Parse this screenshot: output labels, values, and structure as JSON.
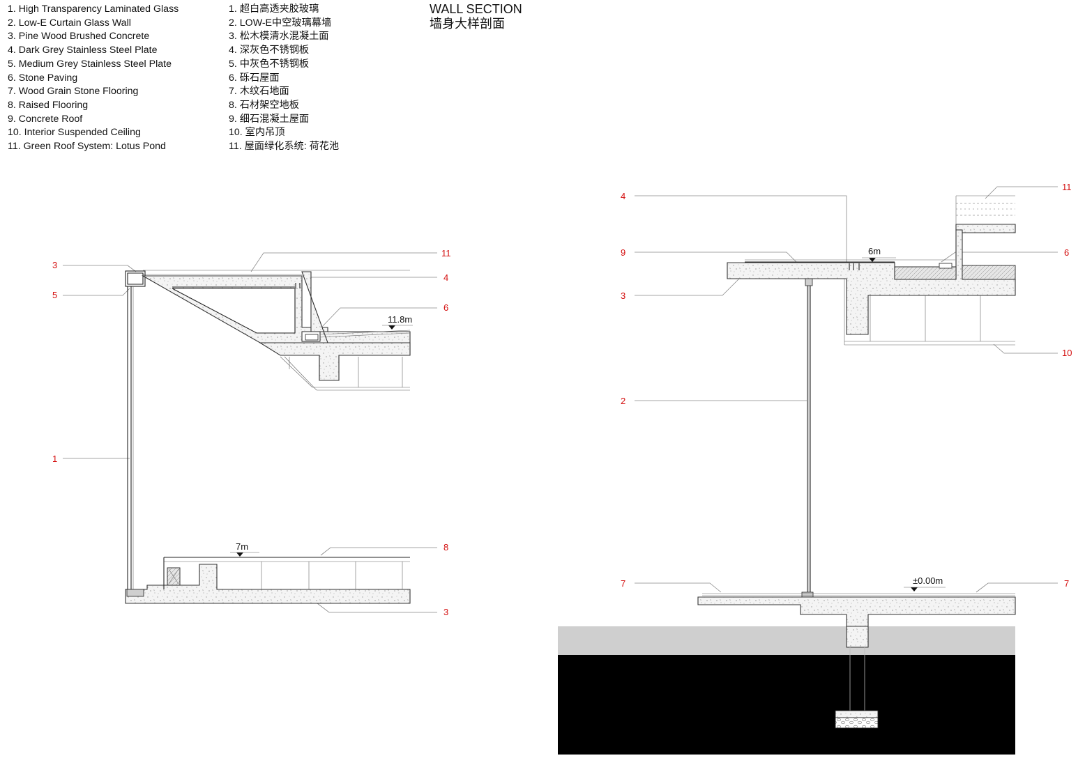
{
  "legend_en": [
    "1. High Transparency Laminated Glass",
    "2. Low-E Curtain Glass Wall",
    "3. Pine Wood Brushed Concrete",
    "4. Dark Grey Stainless Steel Plate",
    "5. Medium Grey Stainless Steel Plate",
    "6. Stone Paving",
    "7. Wood Grain Stone Flooring",
    "8. Raised Flooring",
    "9. Concrete Roof",
    "10. Interior Suspended Ceiling",
    "11. Green Roof System: Lotus Pond"
  ],
  "legend_cn": [
    "1. 超白高透夹胶玻璃",
    "2. LOW-E中空玻璃幕墙",
    "3. 松木模清水混凝土面",
    "4. 深灰色不锈钢板",
    "5. 中灰色不锈钢板",
    "6. 砾石屋面",
    "7. 木纹石地面",
    "8. 石材架空地板",
    "9. 细石混凝土屋面",
    "10. 室内吊顶",
    "11. 屋面绿化系统: 荷花池"
  ],
  "title": {
    "en": "WALL SECTION",
    "cn": "墙身大样剖面"
  },
  "left_section": {
    "callouts": [
      "3",
      "11",
      "4",
      "5",
      "6",
      "1",
      "8",
      "3"
    ],
    "levels": [
      "11.8m",
      "7m"
    ]
  },
  "right_section": {
    "callouts": [
      "4",
      "11",
      "9",
      "6",
      "3",
      "10",
      "2",
      "7",
      "7"
    ],
    "levels": [
      "6m",
      "±0.00m"
    ]
  },
  "colors": {
    "callout": "#d40f0f",
    "ground_fill": "#cfcfcf",
    "soil_fill": "#000000"
  }
}
